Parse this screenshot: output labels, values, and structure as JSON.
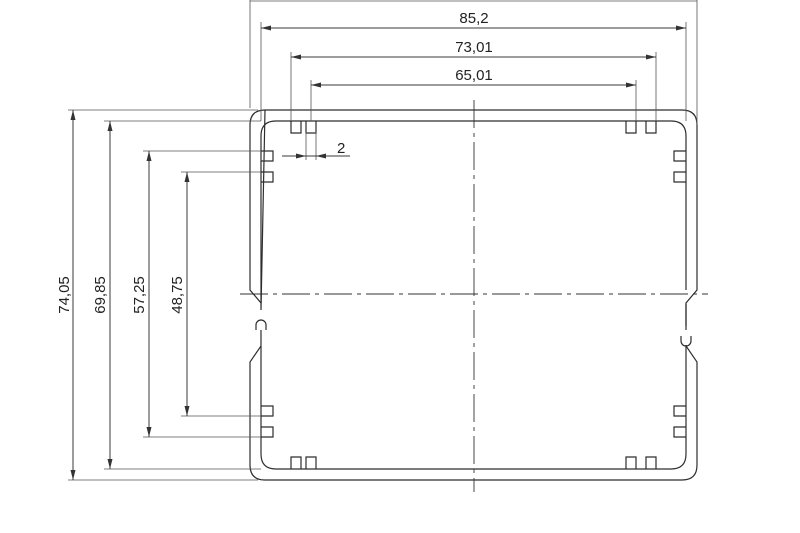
{
  "dimensions": {
    "width_overall": "85,2",
    "width_slots_outer": "73,01",
    "width_slots_inner": "65,01",
    "slot_width": "2",
    "height_overall": "74,05",
    "height_inner": "69,85",
    "height_slots_outer": "57,25",
    "height_slots_inner": "48,75"
  },
  "colors": {
    "line": "#2d2d2d",
    "background": "#ffffff"
  }
}
